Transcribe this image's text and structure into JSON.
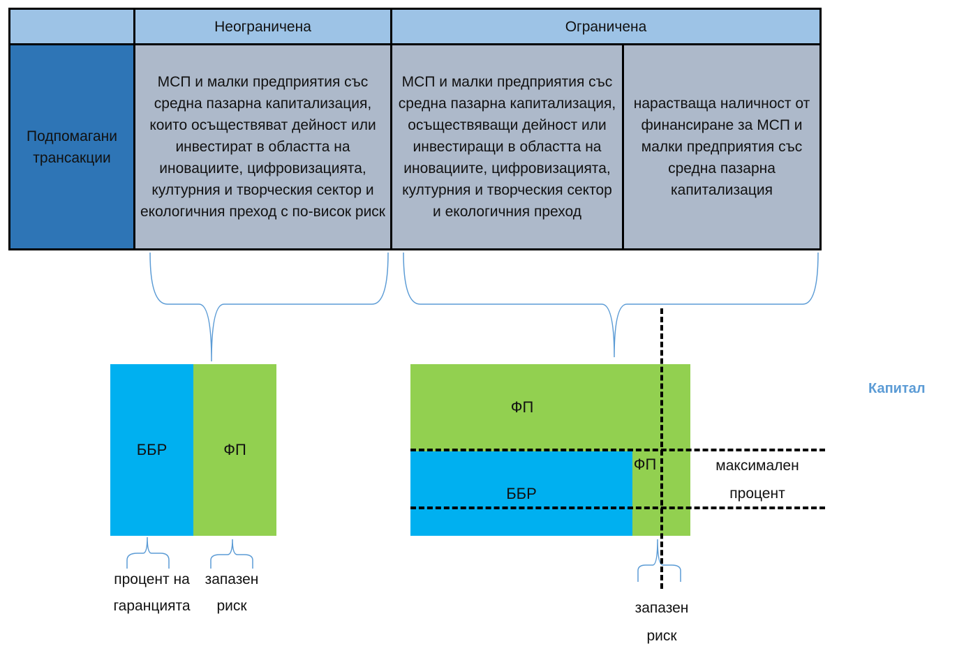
{
  "table": {
    "header_unlimited": "Неограничена",
    "header_limited": "Ограничена",
    "row_head": "Подпомагани трансакции",
    "cell_unlimited": "МСП и малки предприятия със средна пазарна капитализация, които осъществяват дейност или инвестират в областта на иновациите, цифровизацията, културния и творческия сектор и екологичния преход с по-висок риск",
    "cell_limited_1": "МСП и малки предприятия със средна пазарна капитализация, осъществяващи дейност или инвестиращи в областта на иновациите, цифровизацията, културния и творческия сектор и екологичния преход",
    "cell_limited_2": "нарастваща наличност от финансиране за МСП и малки предприятия със средна пазарна капитализация"
  },
  "left_diagram": {
    "blue_label": "ББР",
    "green_label": "ФП",
    "caption_left": "процент на гаранцията",
    "caption_right": "запазен риск"
  },
  "right_diagram": {
    "top_green_label": "ФП",
    "blue_label": "ББР",
    "small_green_label": "ФП",
    "max_label": "максимален процент",
    "caption": "запазен риск"
  },
  "side_label": "Капитал",
  "colors": {
    "header": "#9dc3e6",
    "body": "#adb9ca",
    "row_head": "#2e75b6",
    "blue": "#00b0f0",
    "green": "#92d050",
    "brace": "#5b9bd5"
  }
}
